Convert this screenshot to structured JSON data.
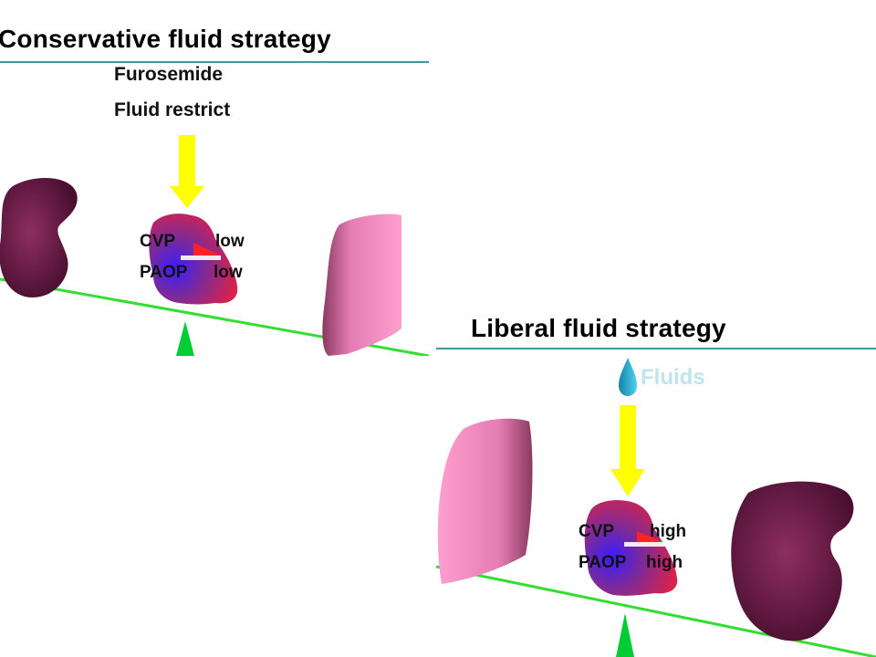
{
  "conservative": {
    "title": "Conservative fluid strategy",
    "interventions": [
      "Furosemide",
      "Fluid restrict"
    ],
    "cvp_label": "CVP",
    "cvp_value": "low",
    "paop_label": "PAOP",
    "paop_value": "low"
  },
  "liberal": {
    "title": "Liberal fluid strategy",
    "fluids_label": "Fluids",
    "cvp_label": "CVP",
    "cvp_value": "high",
    "paop_label": "PAOP",
    "paop_value": "high"
  },
  "colors": {
    "rule": "#3a9aa6",
    "arrow": "#ffff00",
    "fulcrum": "#00cc33",
    "seesaw": "#33dd33",
    "kidney": "#6e1a4a",
    "lung": "#f59ac8",
    "fluids_text": "#bfe4ee",
    "drop": "#1aa3c8"
  },
  "icons": {
    "kidney": "kidney-icon",
    "lung": "lung-icon",
    "heart": "heart-icon",
    "drop": "water-drop-icon",
    "arrow": "down-arrow-icon",
    "fulcrum": "fulcrum-triangle-icon"
  }
}
